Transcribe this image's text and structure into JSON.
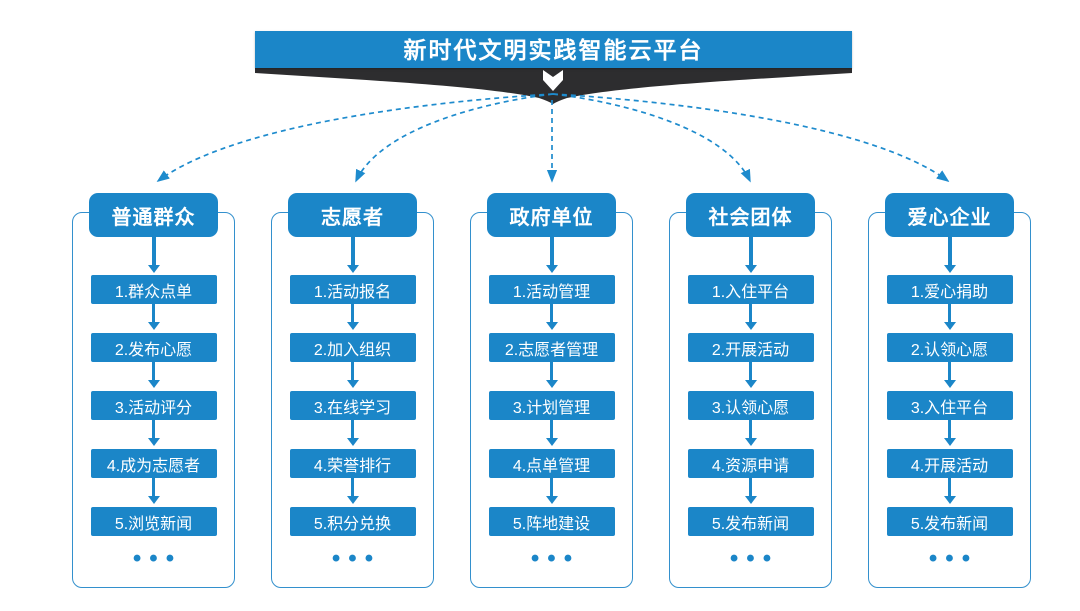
{
  "title": "新时代文明实践智能云平台",
  "colors": {
    "primary": "#1b86c8",
    "dash_line": "#1e8bcd",
    "ribbon": "#2d2d2f",
    "text_on_primary": "#ffffff",
    "background": "#ffffff"
  },
  "columns": [
    {
      "header": "普通群众",
      "items": [
        "1.群众点单",
        "2.发布心愿",
        "3.活动评分",
        "4.成为志愿者",
        "5.浏览新闻"
      ],
      "more": "•••"
    },
    {
      "header": "志愿者",
      "items": [
        "1.活动报名",
        "2.加入组织",
        "3.在线学习",
        "4.荣誉排行",
        "5.积分兑换"
      ],
      "more": "•••"
    },
    {
      "header": "政府单位",
      "items": [
        "1.活动管理",
        "2.志愿者管理",
        "3.计划管理",
        "4.点单管理",
        "5.阵地建设"
      ],
      "more": "•••"
    },
    {
      "header": "社会团体",
      "items": [
        "1.入住平台",
        "2.开展活动",
        "3.认领心愿",
        "4.资源申请",
        "5.发布新闻"
      ],
      "more": "•••"
    },
    {
      "header": "爱心企业",
      "items": [
        "1.爱心捐助",
        "2.认领心愿",
        "3.入住平台",
        "4.开展活动",
        "5.发布新闻"
      ],
      "more": "•••"
    }
  ]
}
